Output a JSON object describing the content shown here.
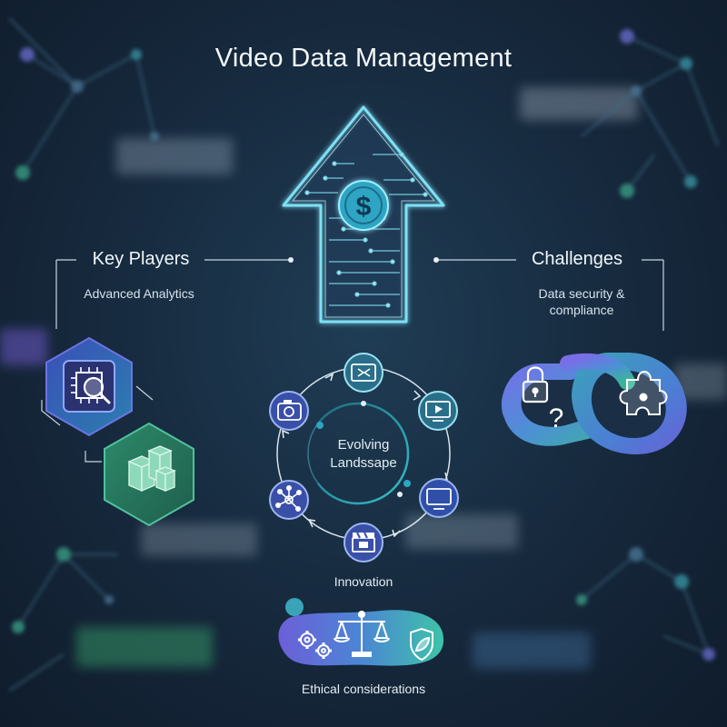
{
  "title": "Video Data Management",
  "key_players": {
    "title": "Key Players",
    "subtitle": "Advanced Analytics"
  },
  "challenges": {
    "title": "Challenges",
    "subtitle": "Data security & compliance"
  },
  "cycle": {
    "center_label": "Evolving Landssape",
    "nodes": [
      "video-clip-icon",
      "monitor-play-icon",
      "computer-monitor-icon",
      "clapperboard-icon",
      "network-hub-icon",
      "camera-icon"
    ]
  },
  "innovation_label": "Innovation",
  "ethics_label": "Ethical considerations",
  "icons": {
    "arrow": "upload-arrow-circuit-icon",
    "dollar": "dollar-coin-icon",
    "chip": "chip-magnifier-icon",
    "cubes": "data-cubes-icon",
    "chain": "chain-link-icon",
    "lock": "padlock-icon",
    "question": "question-mark-icon",
    "puzzle": "puzzle-piece-icon",
    "gears": "gears-icon",
    "scales": "balance-scale-icon",
    "shield": "shield-leaf-icon"
  },
  "colors": {
    "accent_cyan": "#39c6e0",
    "accent_green": "#3aa58a",
    "accent_purple": "#6a5fd8",
    "background": "#16283c"
  }
}
